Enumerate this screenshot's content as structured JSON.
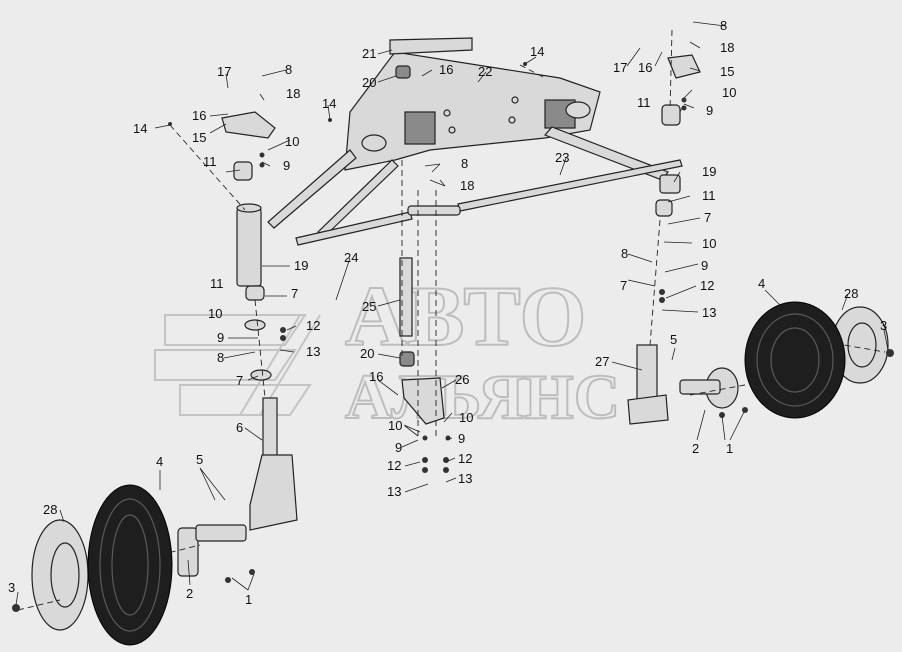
{
  "watermark": {
    "line1": "АВТО",
    "line2": "АЛЬЯНС"
  },
  "callouts": [
    "1",
    "2",
    "3",
    "4",
    "5",
    "6",
    "7",
    "8",
    "9",
    "10",
    "11",
    "12",
    "13",
    "14",
    "15",
    "16",
    "17",
    "18",
    "19",
    "20",
    "21",
    "22",
    "23",
    "24",
    "25",
    "26",
    "27",
    "28"
  ],
  "colors": {
    "background": "#ececec",
    "part_fill": "#d9d9d9",
    "tire": "#1e1e1e",
    "watermark": "#bdbdbd"
  }
}
